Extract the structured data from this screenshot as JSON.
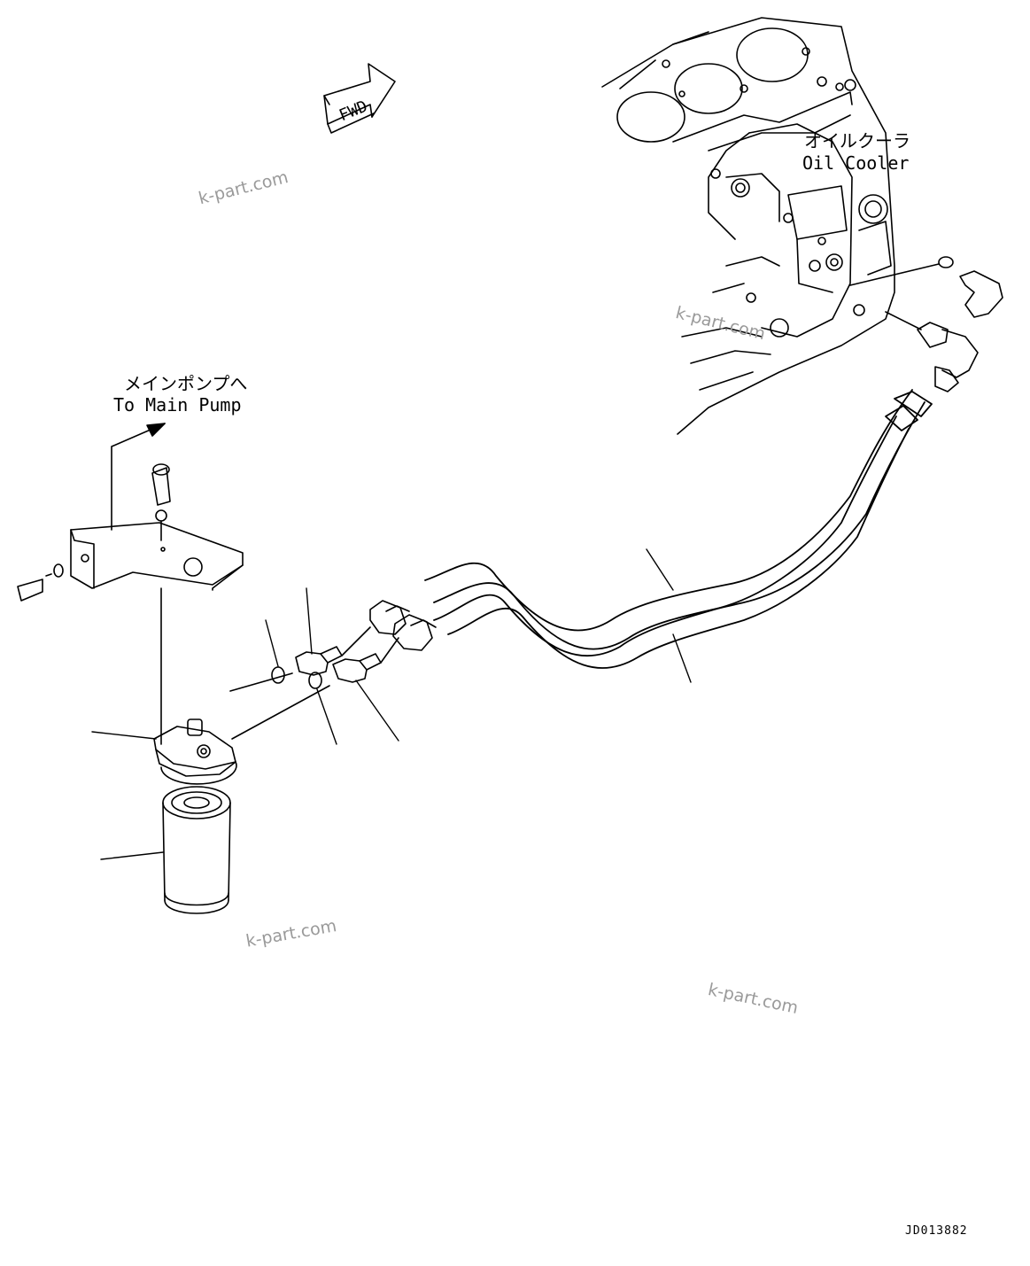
{
  "labels": {
    "oil_cooler_jp": "オイルクーラ",
    "oil_cooler_en": "Oil Cooler",
    "main_pump_jp": "メインポンプへ",
    "main_pump_en": "To Main Pump",
    "fwd": "FWD"
  },
  "watermark": "k-part.com",
  "drawing_code": "JD013882",
  "colors": {
    "line": "#000000",
    "watermark": "#9a9a9a",
    "background": "#ffffff"
  }
}
